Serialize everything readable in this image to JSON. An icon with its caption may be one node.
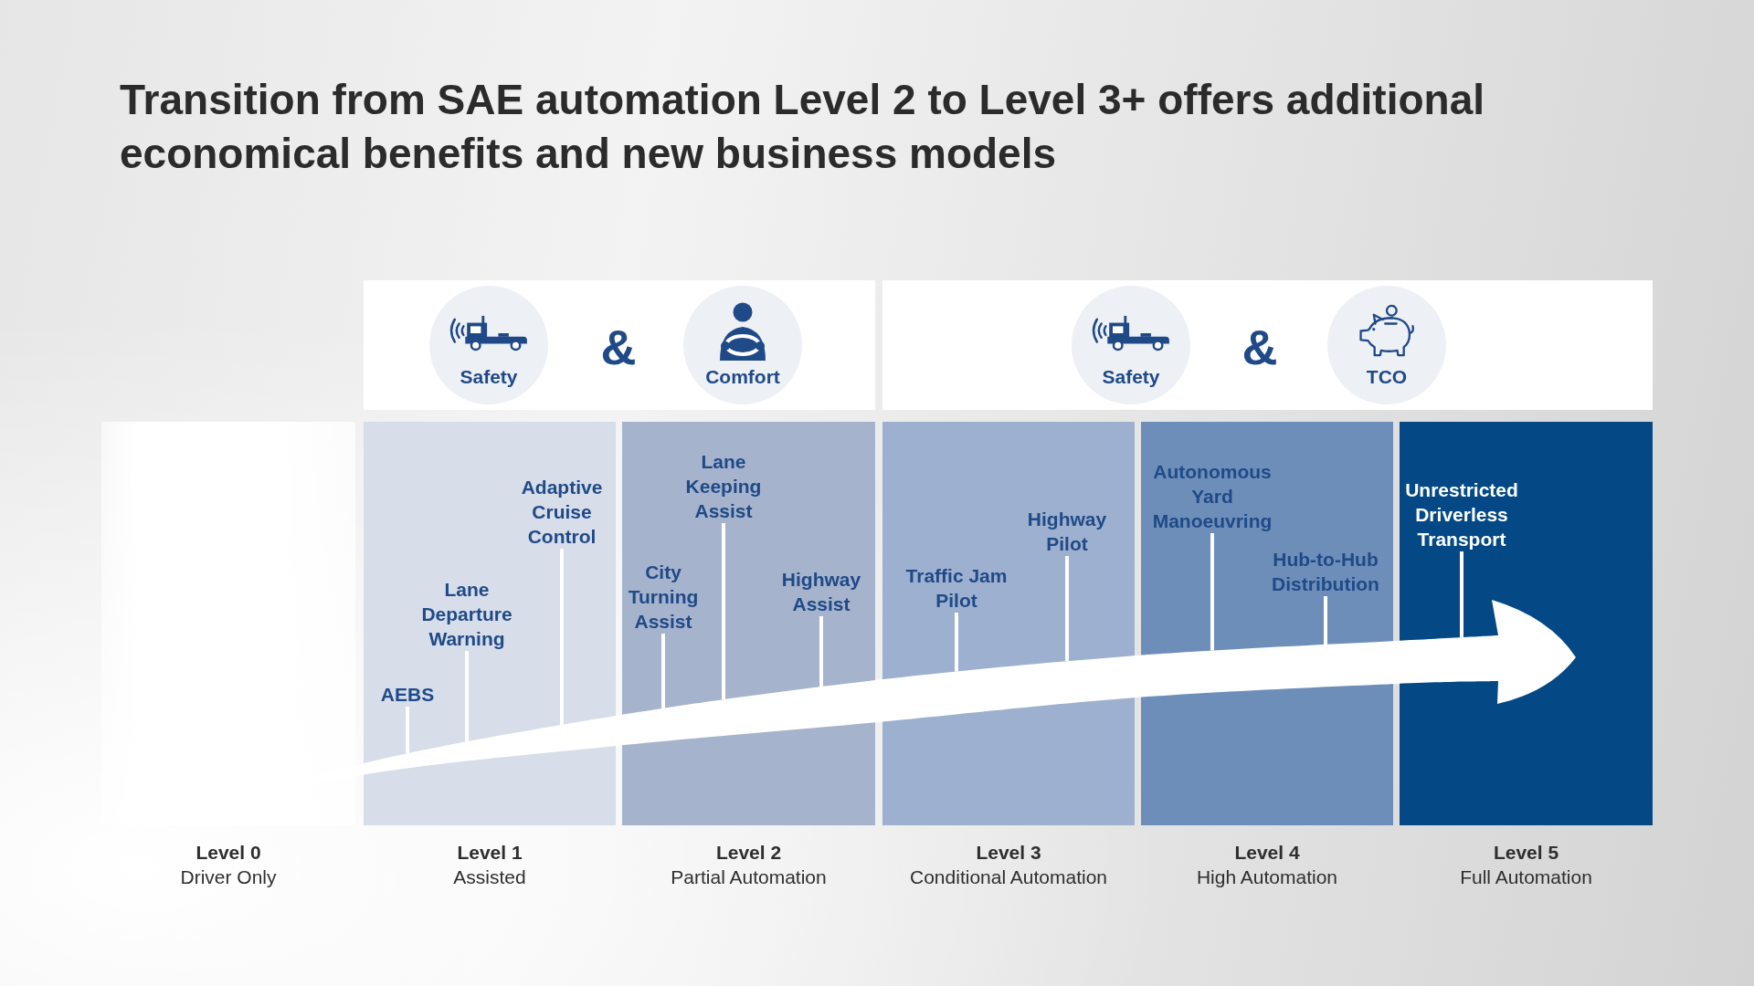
{
  "diagram": {
    "title": "Transition from SAE automation Level 2 to Level 3+ offers additional economical benefits and new business models",
    "nodes": [
      {
        "text": [],
        "shape": "box"
      },
      {
        "text": [
          "Safety"
        ],
        "in": 0
      },
      {
        "text": [
          "Comfort"
        ],
        "in": 0
      },
      {
        "text": [],
        "shape": "box"
      },
      {
        "text": [
          "Safety"
        ],
        "in": 3
      },
      {
        "text": [
          "TCO"
        ],
        "in": 3
      },
      {
        "text": [
          "Level 0",
          "Driver Only"
        ]
      },
      {
        "text": [
          "Level 1",
          "Assisted"
        ]
      },
      {
        "text": [
          "AEBS"
        ],
        "in": 7
      },
      {
        "text": [
          "Lane Departure Warning"
        ],
        "in": 7
      },
      {
        "text": [
          "Adaptive Cruise Control"
        ],
        "in": 7
      },
      {
        "text": [
          "Level 2",
          "Partial Automation"
        ]
      },
      {
        "text": [
          "City Turning Assist"
        ],
        "in": 11
      },
      {
        "text": [
          "Lane Keeping Assist"
        ],
        "in": 11
      },
      {
        "text": [
          "Highway Assist"
        ],
        "in": 11
      },
      {
        "text": [
          "Level 3",
          "Conditional Automation"
        ]
      },
      {
        "text": [
          "Traffic Jam Pilot"
        ],
        "in": 15
      },
      {
        "text": [
          "Highway Pilot"
        ],
        "in": 15
      },
      {
        "text": [
          "Level 4",
          "High Automation"
        ]
      },
      {
        "text": [
          "Autonomous Yard Manoeuvring"
        ],
        "in": 18
      },
      {
        "text": [
          "Hub-to-Hub Distribution"
        ],
        "in": 18
      },
      {
        "text": [
          "Level 5",
          "Full Automation"
        ]
      },
      {
        "text": [
          "Unrestricted Driverless Transport"
        ],
        "in": 21
      },
      {
        "text": [],
        "shape": "arrow"
      }
    ],
    "edges": [
      {
        "from": 8,
        "to": 23,
        "arrow": "none"
      },
      {
        "from": 9,
        "to": 23,
        "arrow": "none"
      },
      {
        "from": 10,
        "to": 23,
        "arrow": "none"
      },
      {
        "from": 12,
        "to": 23,
        "arrow": "none"
      },
      {
        "from": 13,
        "to": 23,
        "arrow": "none"
      },
      {
        "from": 14,
        "to": 23,
        "arrow": "none"
      },
      {
        "from": 16,
        "to": 23,
        "arrow": "none"
      },
      {
        "from": 17,
        "to": 23,
        "arrow": "none"
      },
      {
        "from": 19,
        "to": 23,
        "arrow": "none"
      },
      {
        "from": 20,
        "to": 23,
        "arrow": "none"
      },
      {
        "from": 22,
        "to": 23,
        "arrow": "none"
      }
    ],
    "labels": [
      "&",
      "&"
    ]
  }
}
